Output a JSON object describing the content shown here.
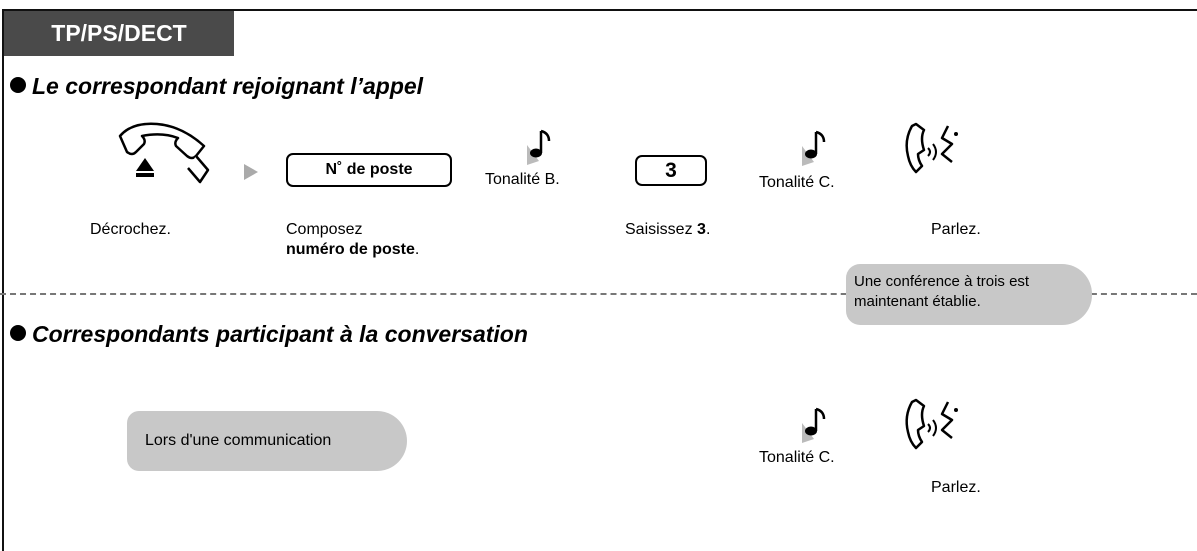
{
  "header": {
    "tab_label": "TP/PS/DECT"
  },
  "section1": {
    "title": "Le correspondant rejoignant l’appel",
    "steps": {
      "offhook_label": "Décrochez.",
      "dial_label_1": "Composez",
      "dial_label_2": "numéro de poste",
      "dial_label_end": ".",
      "ext_key": "N˚ de poste",
      "tone_b": "Tonalité B.",
      "enter_label": "Saisissez ",
      "enter_value": "3",
      "enter_end": ".",
      "key_3": "3",
      "tone_c": "Tonalité C.",
      "talk_label": "Parlez."
    },
    "note": "Une conférence à trois est maintenant établie."
  },
  "section2": {
    "title": "Correspondants participant à la conversation",
    "during_call": "Lors d'une communication",
    "tone_c": "Tonalité C.",
    "talk_label": "Parlez."
  }
}
